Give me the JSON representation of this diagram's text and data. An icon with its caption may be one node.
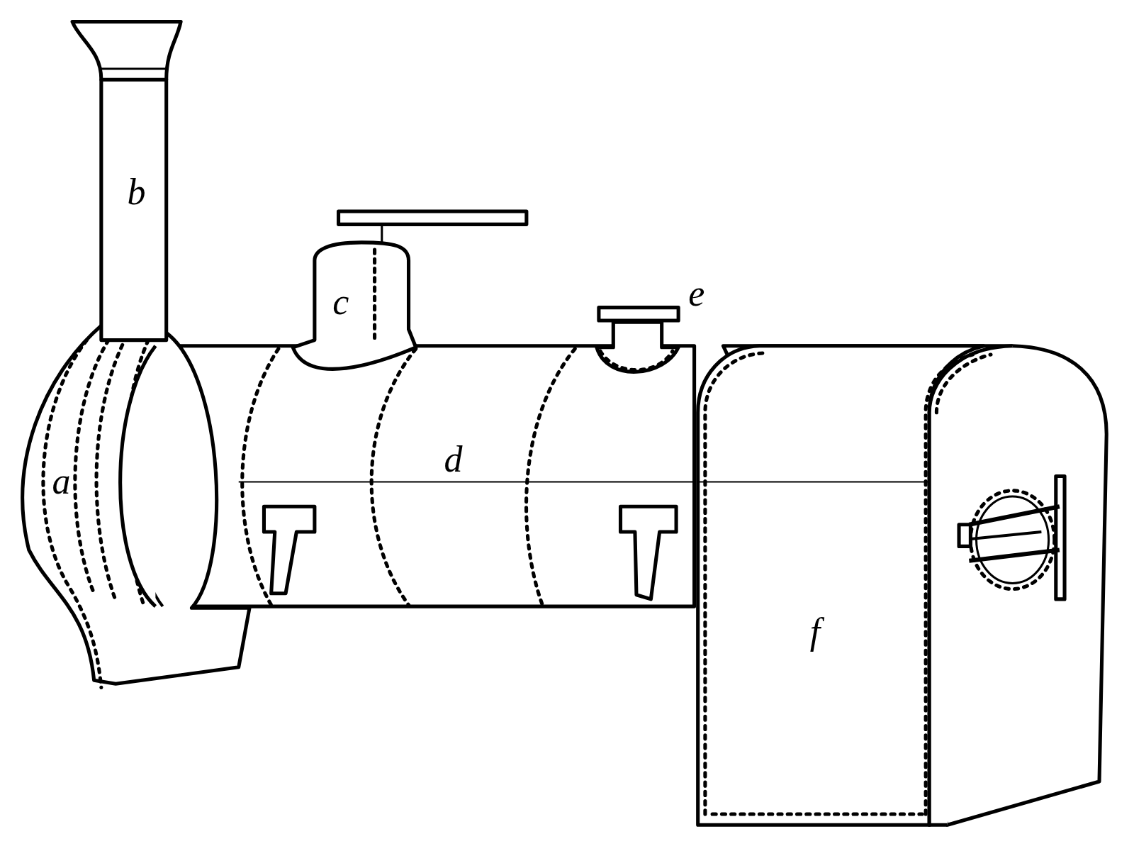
{
  "diagram": {
    "labels": [
      "b",
      "e",
      "c",
      "d",
      "a",
      "f"
    ]
  }
}
